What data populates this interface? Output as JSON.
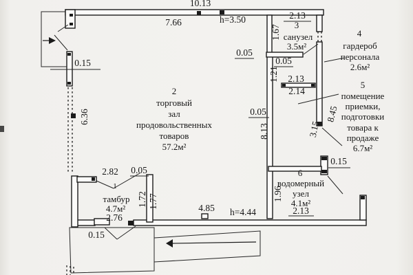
{
  "colors": {
    "paper": "#f3f2ef",
    "ink": "#1b1b1b"
  },
  "rooms": {
    "tambur": {
      "number": "1",
      "line1": "тамбур",
      "area": "4.7м²"
    },
    "hall": {
      "number": "2",
      "line1": "торговый",
      "line2": "зал",
      "line3": "продовольственных",
      "line4": "товаров",
      "area": "57.2м²"
    },
    "sanuzel": {
      "number": "3",
      "line1": "санузел",
      "area": "3.5м²"
    },
    "garderob": {
      "number": "4",
      "line1": "гардероб",
      "line2": "персонала",
      "area": "2.6м²"
    },
    "priemka": {
      "number": "5",
      "line1": "помещение",
      "line2": "приемки,",
      "line3": "подготовки",
      "line4": "товара к",
      "line5": "продаже",
      "area": "6.7м²"
    },
    "vodomer": {
      "number": "6",
      "line1": "водомерный",
      "line2": "узел",
      "area": "4.1м²"
    }
  },
  "dims": {
    "top_total": "10.13",
    "top_left": "7.66",
    "height_main": "h=3.50",
    "height_hall": "h=4.44",
    "sanuzel_width": "2.13",
    "sanuzel_depth": "1.67",
    "wall_a": "0.05",
    "wall_b": "0.05",
    "room4_depth": "1.21",
    "room4_width": "2.13",
    "room4_width_outer": "2.14",
    "right_wall_len": "8.45",
    "right_wall_part": "3.15",
    "right_wall_thk": "0.15",
    "inner_wall_thk": "0.05",
    "inner_wall_len": "8.13",
    "left_window_len": "6.36",
    "left_wall_thk": "0.15",
    "tambur_width": "2.82",
    "tambur_wall_thk": "0.05",
    "tambur_depth_in": "1.72",
    "tambur_depth_out": "1.77",
    "tambur_bottom_width": "2.76",
    "tambur_bottom_thk": "0.15",
    "bottom_span": "4.85",
    "vodomer_depth": "1.96",
    "vodomer_width": "2.13"
  }
}
